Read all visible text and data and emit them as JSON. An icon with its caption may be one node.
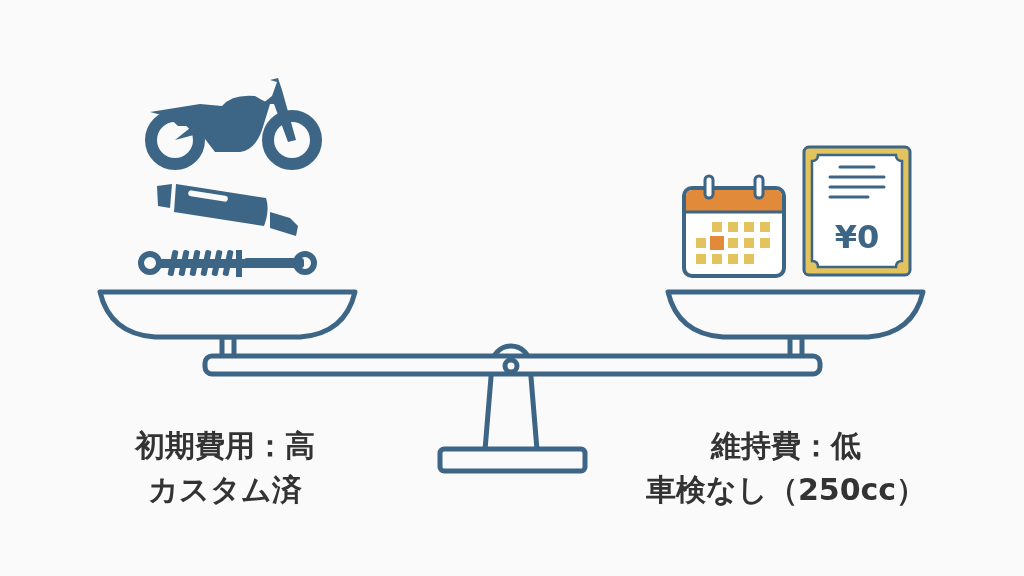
{
  "diagram": {
    "nodes": [
      {
        "text": [
          "¥0"
        ]
      }
    ],
    "labels": [
      "初期費用：高",
      "カスタム済",
      "維持費：低",
      "車検なし（250cc）"
    ]
  }
}
